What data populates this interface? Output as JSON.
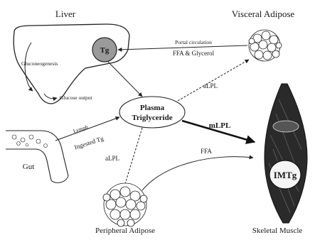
{
  "nodes": {
    "liver": "Liver",
    "tg": "Tg",
    "gluconeogenesis": "Gluconeogenesis",
    "glucose_output": "Glucose output",
    "visceral_adipose": "Visceral Adipose",
    "plasma_line1": "Plasma",
    "plasma_line2": "Triglyceride",
    "gut": "Gut",
    "peripheral_adipose": "Peripheral Adipose",
    "skeletal_muscle": "Skeletal Muscle",
    "imtg": "IMTg"
  },
  "edges": {
    "portal_circulation": "Portal circulation",
    "ffa_glycerol": "FFA & Glycerol",
    "alpl_visceral": "aLPL",
    "alpl_peripheral": "aLPL",
    "mlpl": "mLPL",
    "ffa": "FFA",
    "lymph": "Lymph",
    "ingested_tg": "Ingested Tg"
  },
  "colors": {
    "ink": "#222222",
    "tg_fill": "#9a9a9a",
    "muscle_fill": "#2a2a2a",
    "imtg_fill": "#f4f4f4"
  }
}
